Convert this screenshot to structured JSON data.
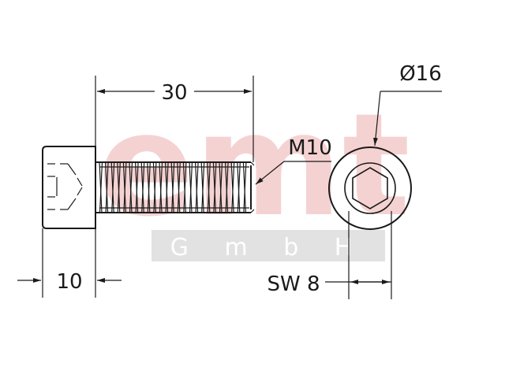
{
  "watermark": {
    "logo_text": "emt",
    "company": "G m b H",
    "logo_color": "#f2c4c4",
    "band_color": "#e2e2e2"
  },
  "dimensions": {
    "length": "30",
    "head_height": "10",
    "thread": "M10",
    "head_diameter": "Ø16",
    "wrench_size": "SW 8"
  },
  "colors": {
    "line": "#1a1a1a",
    "background": "#ffffff"
  }
}
